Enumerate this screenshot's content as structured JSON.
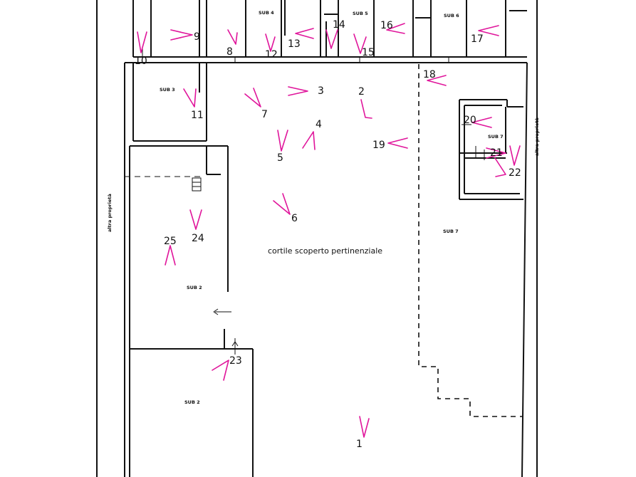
{
  "courtyard_label": "cortile scoperto pertinenziale",
  "boundary_labels": [
    "altra proprietà",
    "altra proprietà"
  ],
  "units": [
    "SUB 4",
    "SUB 5",
    "SUB 6",
    "SUB 3",
    "SUB 7",
    "SUB 7",
    "SUB 2",
    "SUB 2"
  ],
  "viewpoints": [
    "1",
    "2",
    "3",
    "4",
    "5",
    "6",
    "7",
    "8",
    "9",
    "10",
    "11",
    "12",
    "13",
    "14",
    "15",
    "16",
    "17",
    "18",
    "19",
    "20",
    "21",
    "22",
    "23",
    "24",
    "25"
  ],
  "colors": {
    "walls": "#111111",
    "viewpoint_cones": "#e0159b",
    "background": "#ffffff"
  }
}
